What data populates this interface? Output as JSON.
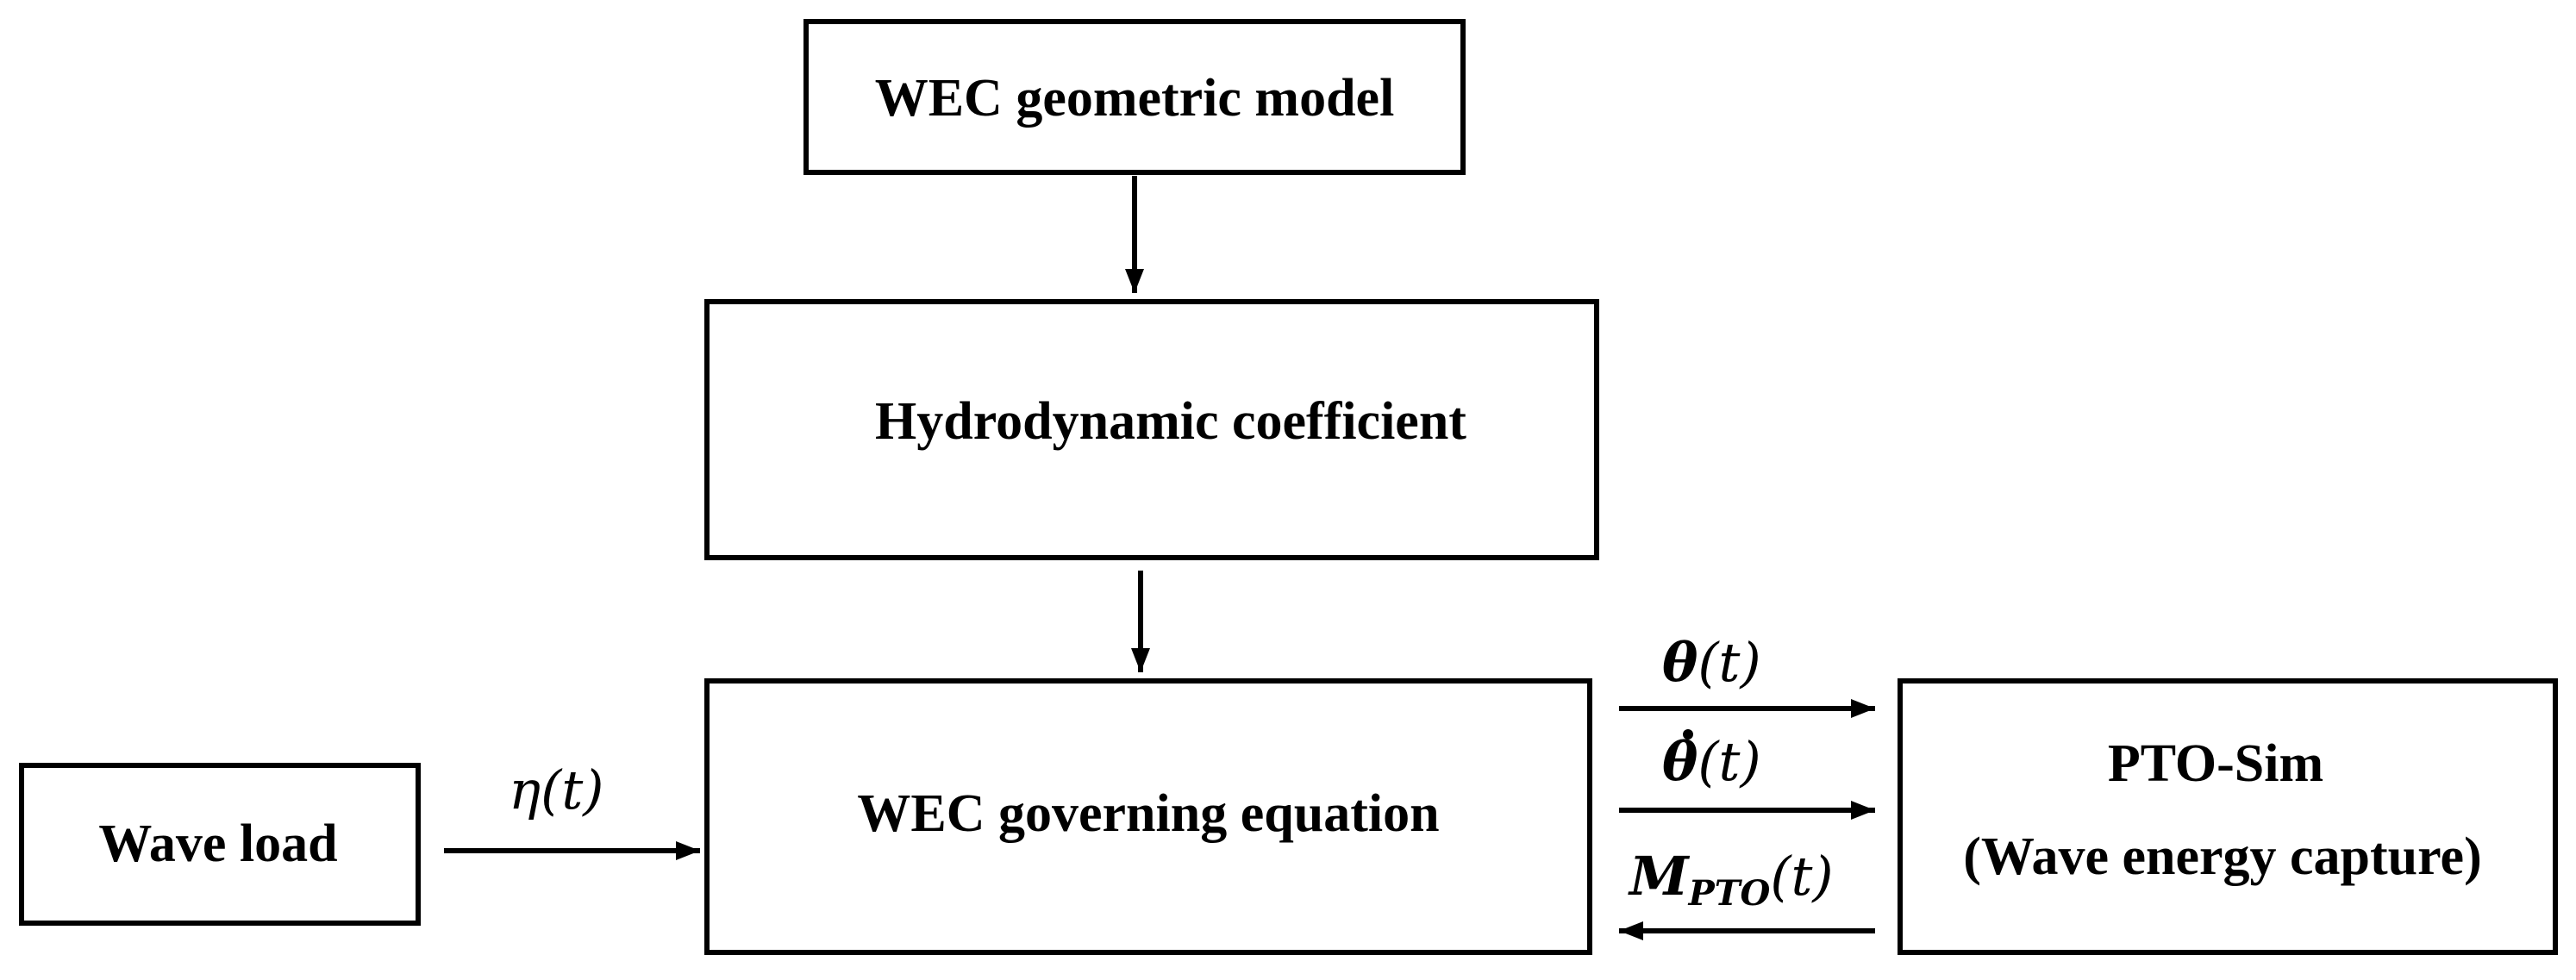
{
  "colors": {
    "stroke": "#000000",
    "background": "#ffffff"
  },
  "boxes": {
    "geometric": {
      "label": "WEC geometric model"
    },
    "hydro": {
      "label": "Hydrodynamic coefficient"
    },
    "governing": {
      "label": "WEC governing equation"
    },
    "wave": {
      "label": "Wave load"
    },
    "pto": {
      "line1": "PTO-Sim",
      "line2": "(Wave energy capture)"
    }
  },
  "edges": {
    "wave_to_governing": {
      "fn": "η",
      "arg": "(t)"
    },
    "theta": {
      "fn": "θ",
      "arg": "(t)"
    },
    "theta_dot": {
      "fn": "θ",
      "arg": "(t)"
    },
    "moment": {
      "fn": "M",
      "sub": "PTO",
      "arg": "(t)"
    }
  }
}
